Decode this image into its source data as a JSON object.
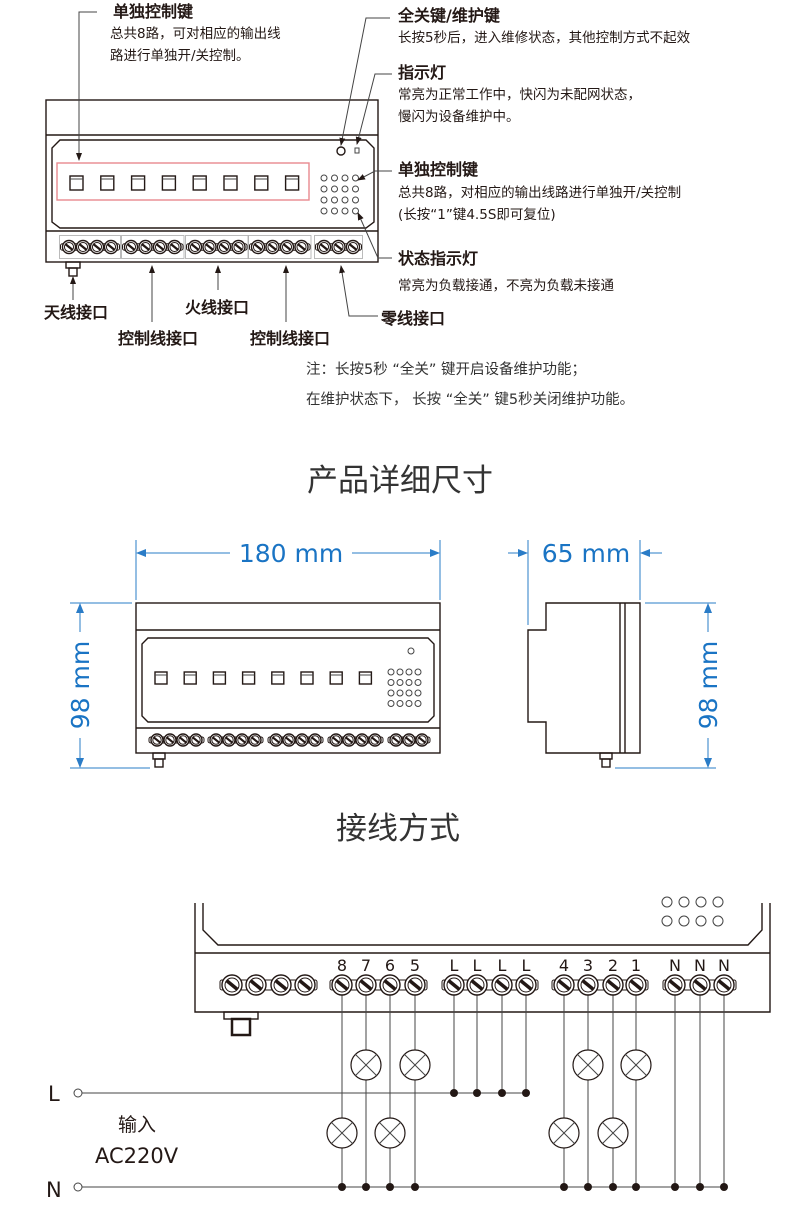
{
  "callouts": {
    "individual_keys_top": {
      "title": "单独控制键",
      "lines": [
        "总共8路，可对相应的输出线",
        "路进行单独开/关控制。"
      ]
    },
    "all_off_key": {
      "title": "全关键/维护键",
      "lines": [
        "长按5秒后，进入维修状态，其他控制方式不起效"
      ]
    },
    "indicator_light": {
      "title": "指示灯",
      "lines": [
        "常亮为正常工作中，快闪为未配网状态，",
        "慢闪为设备维护中。"
      ]
    },
    "individual_keys_right": {
      "title": "单独控制键",
      "lines": [
        "总共8路，对相应的输出线路进行单独开/关控制",
        "(长按“1”键4.5S即可复位)"
      ]
    },
    "status_light": {
      "title": "状态指示灯",
      "lines": [
        "常亮为负载接通，不亮为负载未接通"
      ]
    },
    "antenna_port": "天线接口",
    "live_port": "火线接口",
    "control_port_1": "控制线接口",
    "control_port_2": "控制线接口",
    "neutral_port": "零线接口"
  },
  "note": [
    "注：长按5秒 “全关” 键开启设备维护功能；",
    "在维护状态下， 长按 “全关” 键5秒关闭维护功能。"
  ],
  "dimensions": {
    "title": "产品详细尺寸",
    "width": "180 mm",
    "height_front": "98 mm",
    "depth": "65 mm",
    "height_side": "98 mm"
  },
  "wiring": {
    "title": "接线方式",
    "terminal_labels": [
      "",
      "",
      "",
      "",
      "8",
      "7",
      "6",
      "5",
      "L",
      "L",
      "L",
      "L",
      "4",
      "3",
      "2",
      "1",
      "N",
      "N",
      "N"
    ],
    "line_l": "L",
    "line_n": "N",
    "input_label": "输入",
    "input_voltage": "AC220V"
  },
  "colors": {
    "accent_red": "#e8898f",
    "dimension_blue": "#2a7cc7"
  }
}
